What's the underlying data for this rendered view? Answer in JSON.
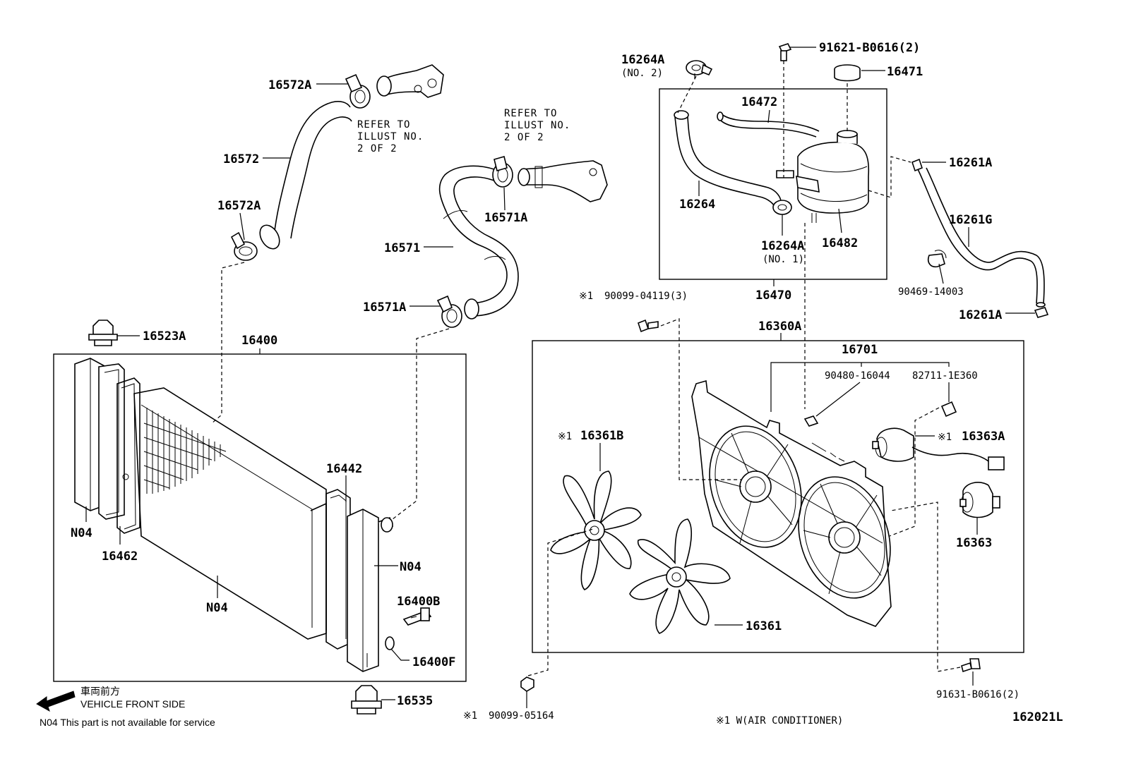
{
  "labels": {
    "p16572A_top": "16572A",
    "p16572": "16572",
    "p16572A_bot": "16572A",
    "ref1": [
      "REFER TO",
      "ILLUST NO.",
      "2 OF 2"
    ],
    "ref2": [
      "REFER TO",
      "ILLUST NO.",
      "2 OF 2"
    ],
    "p16571A_top": "16571A",
    "p16571": "16571",
    "p16571A_bot": "16571A",
    "p16523A": "16523A",
    "p16400": "16400",
    "p16442": "16442",
    "pN04_left": "N04",
    "p16462": "16462",
    "pN04_mid": "N04",
    "pN04_right": "N04",
    "p16400B": "16400B",
    "p16400F": "16400F",
    "p16535": "16535",
    "p16264A_no2": "16264A",
    "no2": "(NO. 2)",
    "p91621": "91621-B0616(2)",
    "p16471": "16471",
    "p16472": "16472",
    "p16264": "16264",
    "p16264A_no1": "16264A",
    "no1": "(NO. 1)",
    "p16482": "16482",
    "p16470": "16470",
    "p16261A_top": "16261A",
    "p16261G": "16261G",
    "p90469": "90469-14003",
    "p16261A_bot": "16261A",
    "mark_bolt_top": "※1",
    "p90099_04119": "90099-04119(3)",
    "p16360A": "16360A",
    "p16701": "16701",
    "p90480": "90480-16044",
    "p82711": "82711-1E360",
    "mark_16361B": "※1",
    "p16361B": "16361B",
    "mark_16363A": "※1",
    "p16363A": "16363A",
    "p16363": "16363",
    "p16361": "16361",
    "p91631": "91631-B0616(2)",
    "mark_nut": "※1",
    "p90099_05164": "90099-05164",
    "footnote_w": "※1 W(AIR CONDITIONER)",
    "diagram_code": "162021L"
  },
  "legend": {
    "front_jp": "車両前方",
    "front_en": "VEHICLE FRONT SIDE",
    "n04_note": "N04  This part is not available for service"
  }
}
